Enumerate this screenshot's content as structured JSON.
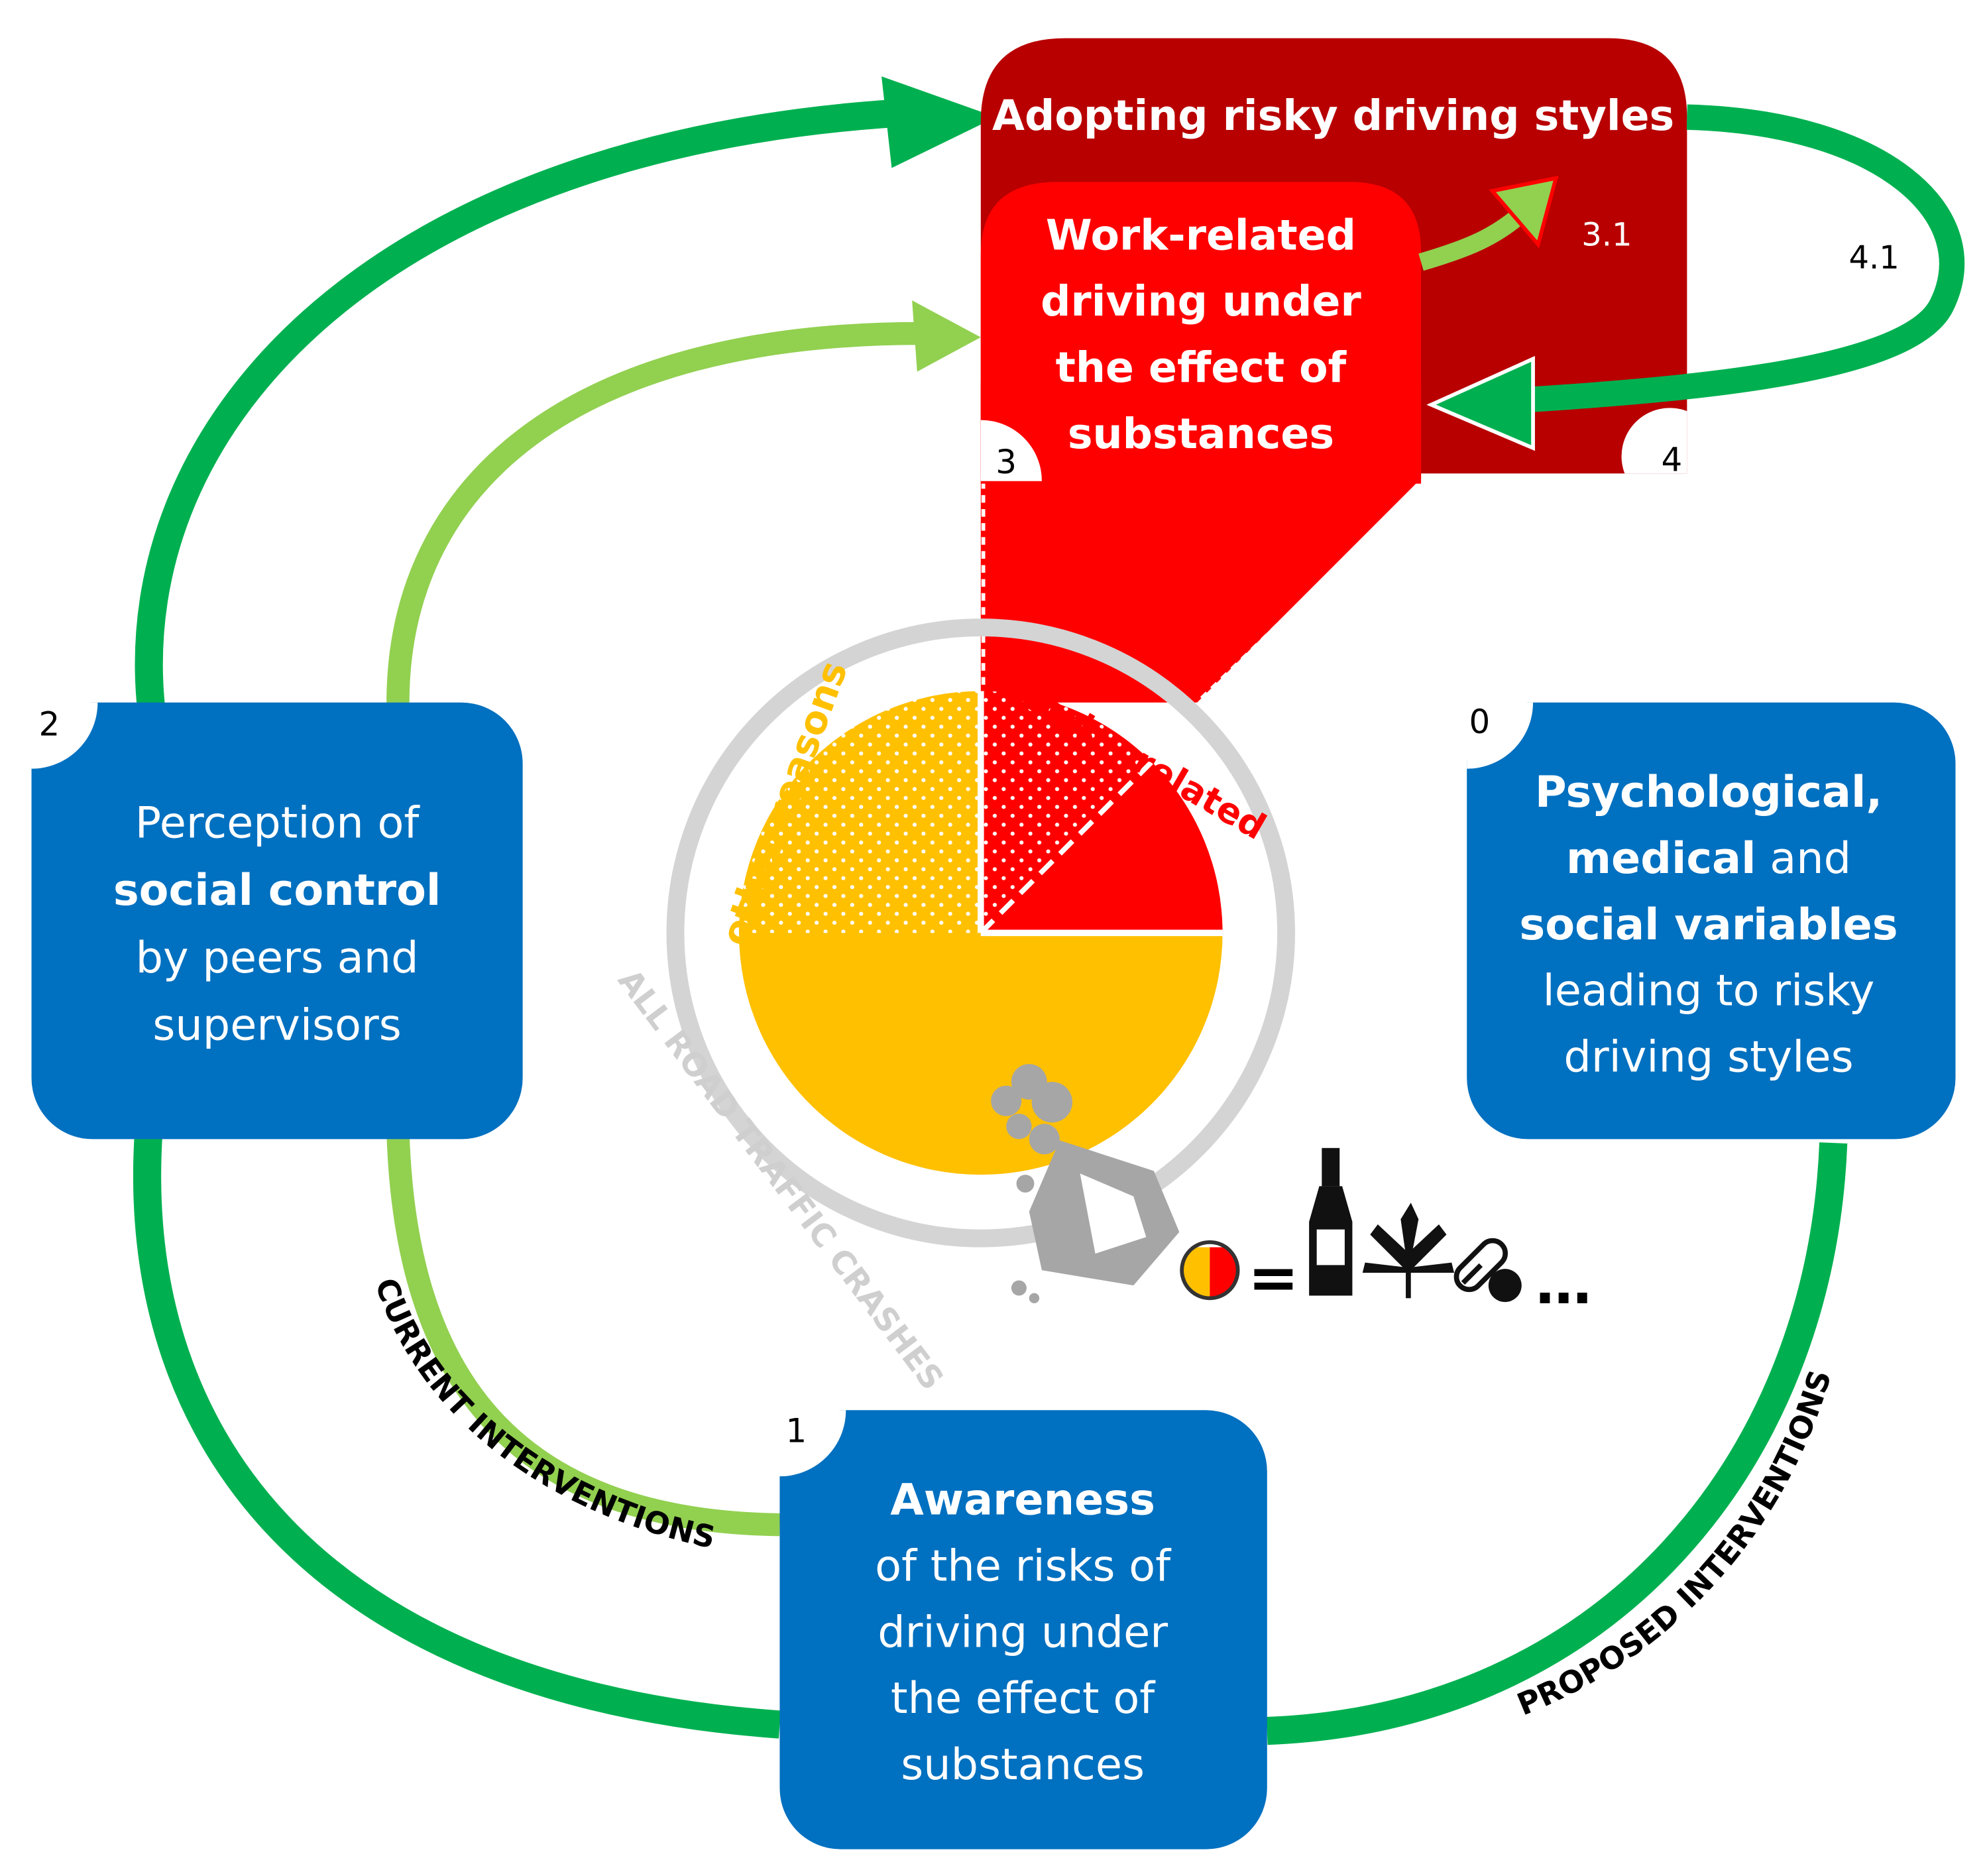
{
  "boxes": {
    "top": {
      "number": "4",
      "title": "Adopting risky driving styles",
      "color": "#b80000"
    },
    "work": {
      "number": "3",
      "lines": [
        "Work-related",
        "driving under",
        "the effect of",
        "substances"
      ],
      "color": "#ff0000"
    },
    "social": {
      "number": "2",
      "lines": [
        [
          {
            "t": "Perception of",
            "b": false
          }
        ],
        [
          {
            "t": "social control",
            "b": true
          }
        ],
        [
          {
            "t": "by peers and",
            "b": false
          }
        ],
        [
          {
            "t": "supervisors",
            "b": false
          }
        ]
      ],
      "color": "#0070c0"
    },
    "awareness": {
      "number": "1",
      "lines": [
        [
          {
            "t": "Awareness",
            "b": true
          }
        ],
        [
          {
            "t": "of the risks of",
            "b": false
          }
        ],
        [
          {
            "t": "driving under",
            "b": false
          }
        ],
        [
          {
            "t": "the effect of",
            "b": false
          }
        ],
        [
          {
            "t": "substances",
            "b": false
          }
        ]
      ],
      "color": "#0070c0"
    },
    "psych": {
      "number": "0",
      "lines": [
        [
          {
            "t": "Psychological,",
            "b": true
          }
        ],
        [
          {
            "t": "medical",
            "b": true
          },
          {
            "t": " and",
            "b": false
          }
        ],
        [
          {
            "t": "social variables",
            "b": true
          }
        ],
        [
          {
            "t": "leading to risky",
            "b": false
          }
        ],
        [
          {
            "t": "driving styles",
            "b": false
          }
        ]
      ],
      "color": "#0070c0"
    }
  },
  "arrow_labels": {
    "a31": "3.1",
    "a41": "4.1"
  },
  "ring_labels": {
    "current": "CURRENT INTERVENTIONS",
    "proposed": "PROPOSED INTERVENTIONS",
    "all_crashes": "ALL ROAD TRAFFIC CRASHES"
  },
  "pie_labels": {
    "other": "other reasons",
    "work": "work – related"
  },
  "legend": {
    "equals": "=",
    "ellipsis": "…"
  },
  "colors": {
    "dark_green": "#00b050",
    "light_green": "#92d050",
    "orange": "#ffc000",
    "red": "#ff0000",
    "dark_red": "#b80000",
    "blue": "#0070c0",
    "gray": "#d4d4d4"
  }
}
